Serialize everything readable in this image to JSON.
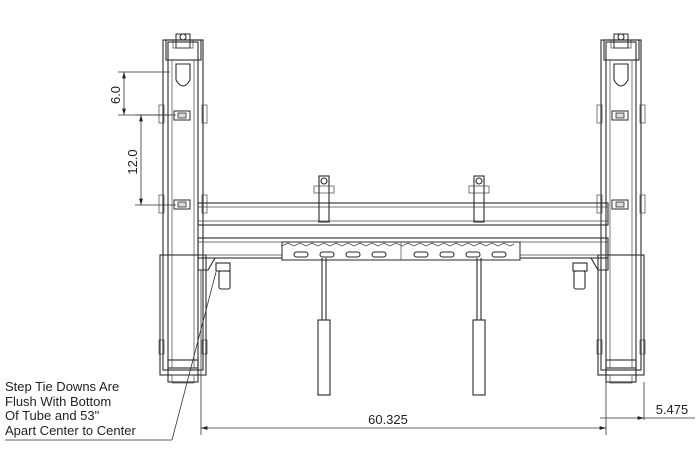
{
  "dimensions": {
    "vertical_upper": "6.0",
    "vertical_lower": "12.0",
    "width_main": "60.325",
    "offset_right": "5.475"
  },
  "note": {
    "lines": [
      "Step Tie Downs Are",
      "Flush With Bottom",
      "Of Tube and 53\"",
      "Apart Center to Center"
    ]
  }
}
